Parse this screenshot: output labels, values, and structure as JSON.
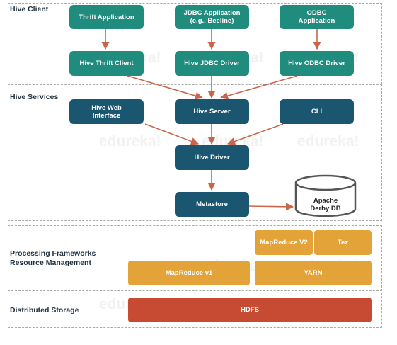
{
  "sections": {
    "client": "Hive Client",
    "services": "Hive Services",
    "processing_line1": "Processing Frameworks",
    "processing_line2": "Resource Management",
    "storage": "Distributed Storage"
  },
  "client": {
    "thrift_app": "Thrift Application",
    "jdbc_app_line1": "JDBC Application",
    "jdbc_app_line2": "(e.g., Beeline)",
    "odbc_app_line1": "ODBC",
    "odbc_app_line2": "Application",
    "thrift_client": "Hive Thrift Client",
    "jdbc_driver": "Hive JDBC Driver",
    "odbc_driver": "Hive ODBC Driver"
  },
  "services": {
    "web_interface_line1": "Hive Web",
    "web_interface_line2": "Interface",
    "server": "Hive Server",
    "cli": "CLI",
    "driver": "Hive Driver",
    "metastore": "Metastore",
    "db_line1": "Apache",
    "db_line2": "Derby DB"
  },
  "processing": {
    "mapreduce_v2": "MapReduce V2",
    "tez": "Tez",
    "mapreduce_v1": "MapReduce v1",
    "yarn": "YARN"
  },
  "storage": {
    "hdfs": "HDFS"
  },
  "watermark": "edureka!",
  "colors": {
    "client_box": "#1f8c7e",
    "service_box": "#1a5670",
    "processing_box": "#e3a338",
    "storage_box": "#c74b33",
    "arrow": "#c9654a"
  }
}
